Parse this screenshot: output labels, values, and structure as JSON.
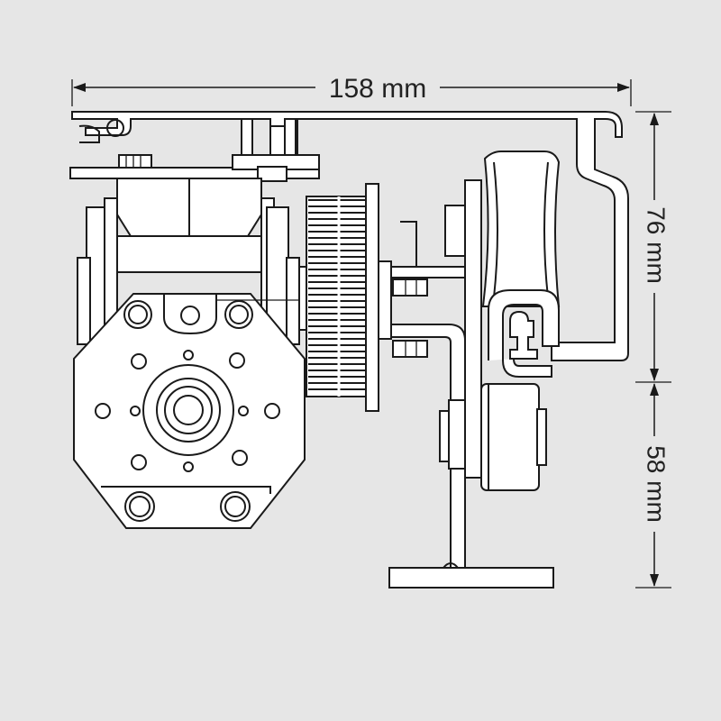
{
  "figure": {
    "background": "#e6e6e6",
    "line_color": "#1a1a1a",
    "drawing_fill": "#ffffff"
  },
  "dimensions": {
    "width_label": "158 mm",
    "upper_height_label": "76 mm",
    "lower_height_label": "58 mm"
  }
}
